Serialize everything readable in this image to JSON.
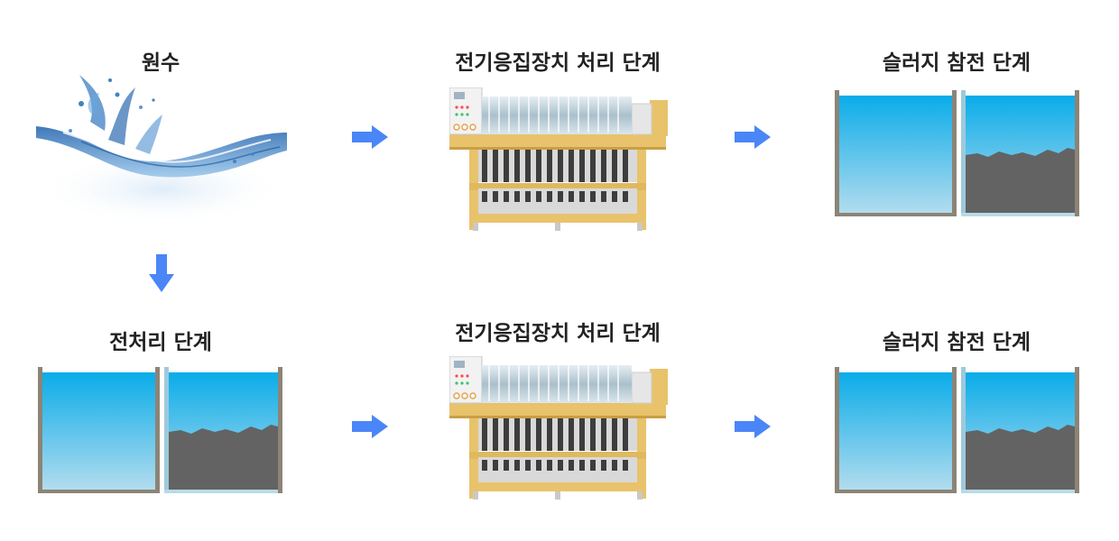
{
  "stages": {
    "raw_water": "원수",
    "pretreatment": "전처리 단계",
    "electro_top": "전기응집장치 처리 단계",
    "electro_bottom": "전기응집장치 처리 단계",
    "sludge_top": "슬러지 참전 단계",
    "sludge_bottom": "슬러지 참전 단계"
  },
  "colors": {
    "arrow": "#4a86f7",
    "water_top": "#0eaee9",
    "water_bottom": "#a8d6ec",
    "sludge": "#636363",
    "frame": "#8a8274",
    "machine_frame": "#e8c36c"
  },
  "icons": [
    "water-splash-icon",
    "tank-icon",
    "electrocoagulation-machine-icon",
    "arrow-right-icon",
    "arrow-down-icon"
  ]
}
